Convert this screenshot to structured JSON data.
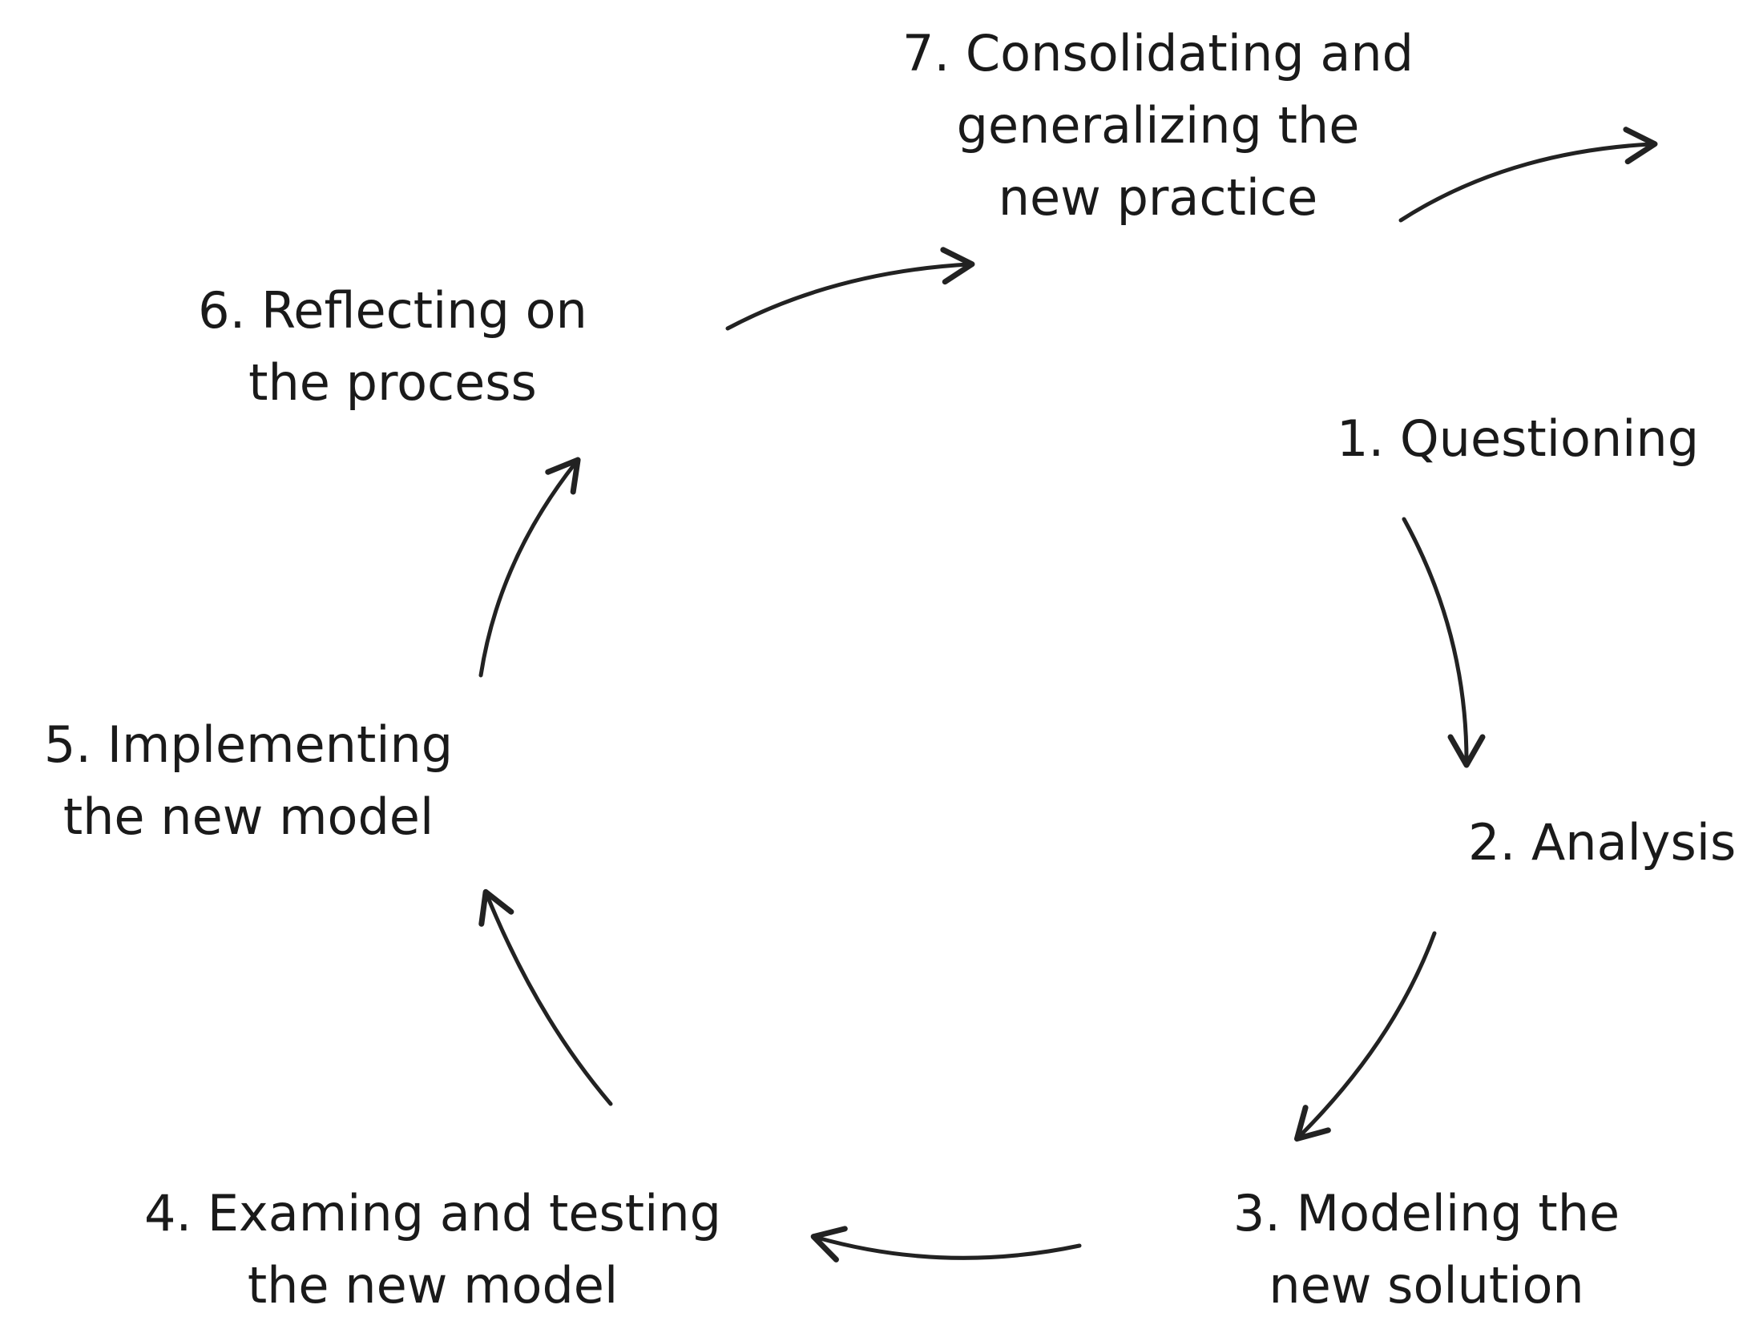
{
  "diagram": {
    "accent_color": "#222222",
    "steps": [
      {
        "id": "1",
        "lines": [
          "1. Questioning"
        ]
      },
      {
        "id": "2",
        "lines": [
          "2. Analysis"
        ]
      },
      {
        "id": "3",
        "lines": [
          "3. Modeling the",
          "new solution"
        ]
      },
      {
        "id": "4",
        "lines": [
          "4. Examing and testing",
          "the new model"
        ]
      },
      {
        "id": "5",
        "lines": [
          "5. Implementing",
          "the new model"
        ]
      },
      {
        "id": "6",
        "lines": [
          "6. Reflecting on",
          "the process"
        ]
      },
      {
        "id": "7",
        "lines": [
          "7. Consolidating and",
          "generalizing the",
          "new practice"
        ]
      }
    ],
    "arrows": [
      {
        "from": "1",
        "to": "2"
      },
      {
        "from": "2",
        "to": "3"
      },
      {
        "from": "3",
        "to": "4"
      },
      {
        "from": "4",
        "to": "5"
      },
      {
        "from": "5",
        "to": "6"
      },
      {
        "from": "6",
        "to": "7"
      },
      {
        "from": "7",
        "to": "next-cycle"
      }
    ]
  }
}
